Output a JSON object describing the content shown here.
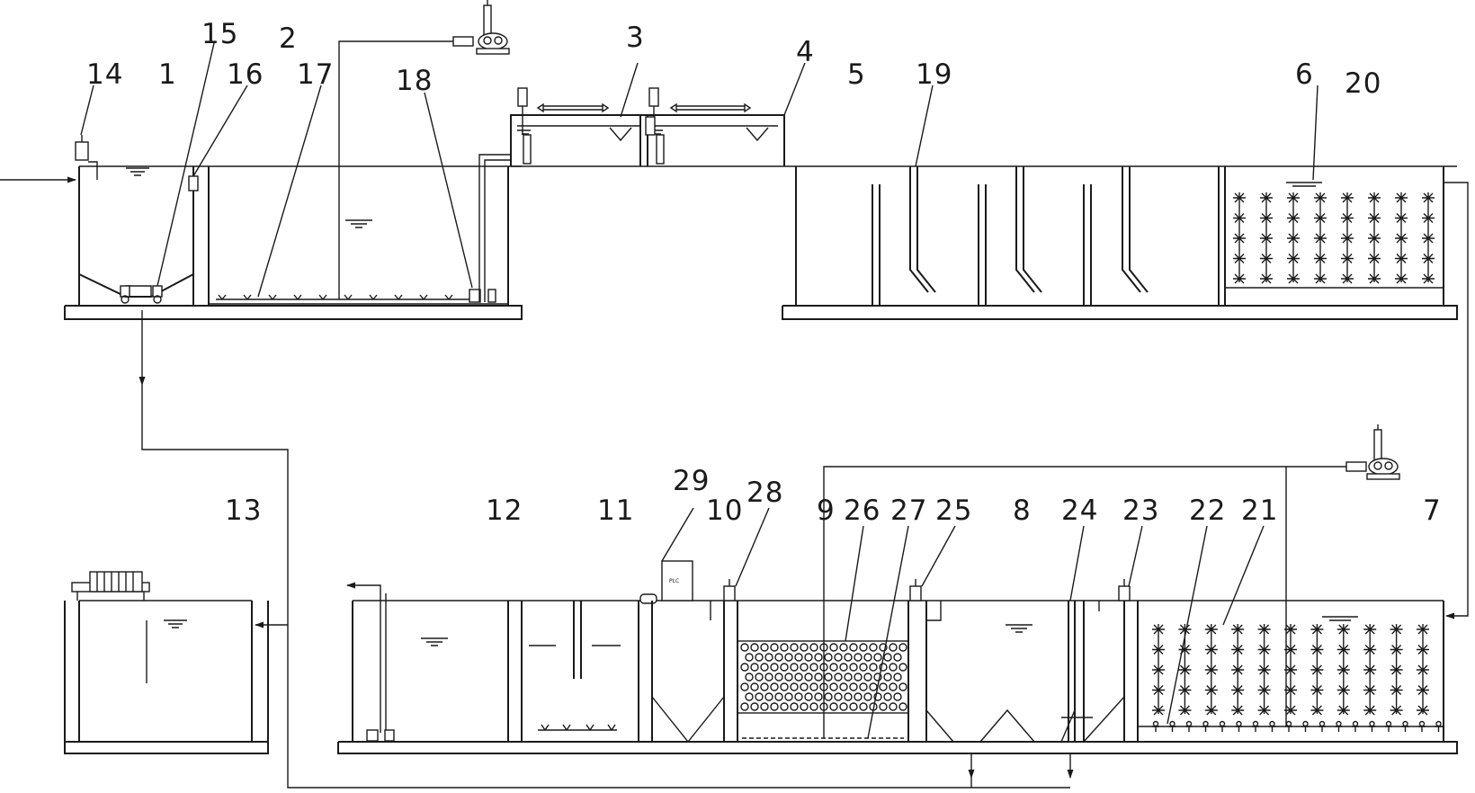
{
  "labels": {
    "l1": "1",
    "l2": "2",
    "l3": "3",
    "l4": "4",
    "l5": "5",
    "l6": "6",
    "l7": "7",
    "l8": "8",
    "l9": "9",
    "l10": "10",
    "l11": "11",
    "l12": "12",
    "l13": "13",
    "l14": "14",
    "l15": "15",
    "l16": "16",
    "l17": "17",
    "l18": "18",
    "l19": "19",
    "l20": "20",
    "l21": "21",
    "l22": "22",
    "l23": "23",
    "l24": "24",
    "l25": "25",
    "l26": "26",
    "l27": "27",
    "l28": "28",
    "l29": "29"
  },
  "control_cabinet_text": "PLC"
}
